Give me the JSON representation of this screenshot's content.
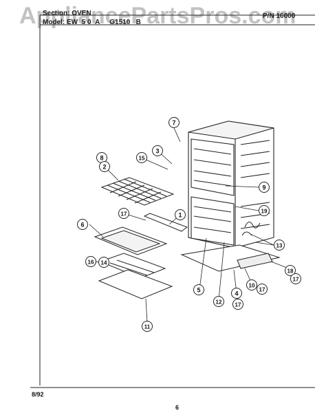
{
  "header": {
    "section_label": "Section: OVEN",
    "model_label": "Model: EW_5 0_A_ _G1510_ B",
    "pn_label": "P/N  16000",
    "watermark": "AppliancePartsPros.com"
  },
  "footer": {
    "date": "8/92",
    "page": "6"
  },
  "callouts": [
    {
      "id": "c7",
      "label": "7"
    },
    {
      "id": "c3",
      "label": "3"
    },
    {
      "id": "c15",
      "label": "15"
    },
    {
      "id": "c8",
      "label": "8"
    },
    {
      "id": "c2",
      "label": "2"
    },
    {
      "id": "c9",
      "label": "9"
    },
    {
      "id": "c19",
      "label": "19"
    },
    {
      "id": "c17a",
      "label": "17"
    },
    {
      "id": "c1",
      "label": "1"
    },
    {
      "id": "c6",
      "label": "6"
    },
    {
      "id": "c13",
      "label": "13"
    },
    {
      "id": "c16",
      "label": "16"
    },
    {
      "id": "c14",
      "label": "14"
    },
    {
      "id": "c18",
      "label": "18"
    },
    {
      "id": "c17b",
      "label": "17"
    },
    {
      "id": "c10",
      "label": "10"
    },
    {
      "id": "c17c",
      "label": "17"
    },
    {
      "id": "c5",
      "label": "5"
    },
    {
      "id": "c4",
      "label": "4"
    },
    {
      "id": "c12",
      "label": "12"
    },
    {
      "id": "c17d",
      "label": "17"
    },
    {
      "id": "c11",
      "label": "11"
    }
  ]
}
